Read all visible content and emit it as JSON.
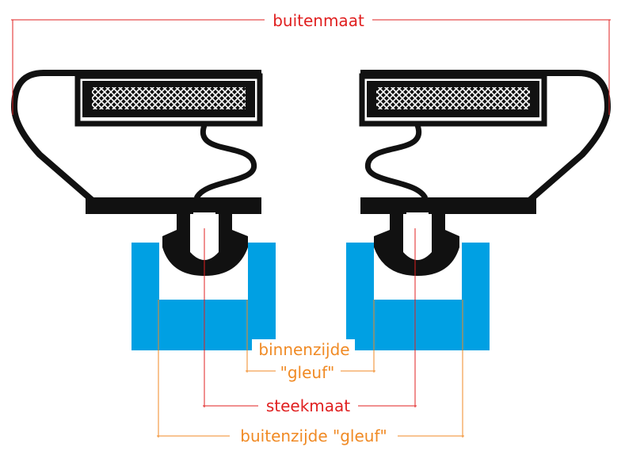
{
  "labels": {
    "outer_size": "buitenmaat",
    "inner_side_line1": "binnenzijde",
    "inner_side_line2": "\"gleuf\"",
    "pitch": "steekmaat",
    "outer_side": "buitenzijde \"gleuf\""
  },
  "colors": {
    "profile": "#111111",
    "channel": "#00a0e3",
    "red_measure": "#e02020",
    "orange_measure": "#f08a24",
    "background": "#ffffff"
  }
}
